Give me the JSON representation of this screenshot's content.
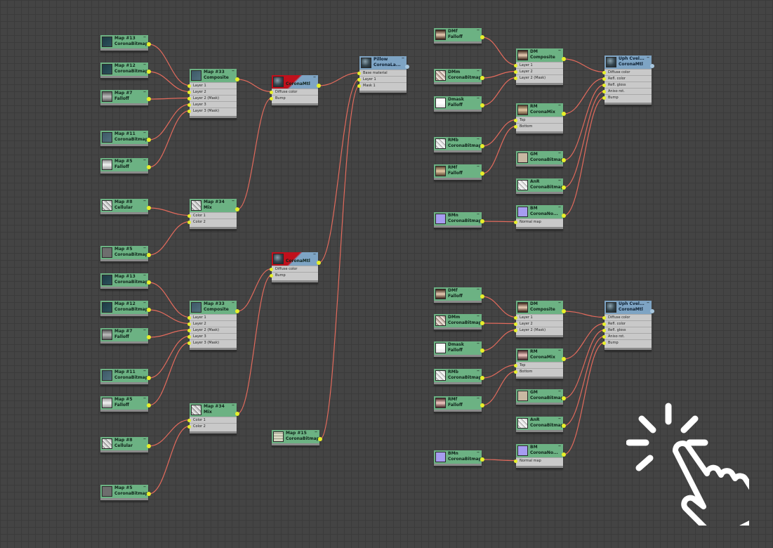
{
  "canvas": {
    "background": "#444444",
    "wire_color": "#e26a5c",
    "port_color": "#e6ef2a"
  },
  "nodes": [
    {
      "id": "n1",
      "name": "Map #13",
      "type": "CoronaBitmap",
      "style": "green",
      "thumb": "dark-teal"
    },
    {
      "id": "n2",
      "name": "Map #12",
      "type": "CoronaBitmap",
      "style": "green",
      "thumb": "dark-teal"
    },
    {
      "id": "n3",
      "name": "Map #7",
      "type": "Falloff",
      "style": "green",
      "thumb": "grey-gradient"
    },
    {
      "id": "n4",
      "name": "Map #11",
      "type": "CoronaBitmap",
      "style": "green",
      "thumb": "slate"
    },
    {
      "id": "n5",
      "name": "Map #5",
      "type": "Falloff",
      "style": "green",
      "thumb": "light-gradient"
    },
    {
      "id": "n6",
      "name": "Map #8",
      "type": "Cellular",
      "style": "green",
      "thumb": "noise"
    },
    {
      "id": "n7",
      "name": "Map #5",
      "type": "CoronaBitmap",
      "style": "green",
      "thumb": "grey"
    },
    {
      "id": "n8",
      "name": "Map #33",
      "type": "Composite",
      "style": "green",
      "thumb": "slate",
      "slots": [
        "Layer 1",
        "Layer 2",
        "Layer 2 (Mask)",
        "Layer 3",
        "Layer 3 (Mask)"
      ]
    },
    {
      "id": "n9",
      "name": "Map #34",
      "type": "Mix",
      "style": "green",
      "thumb": "noise",
      "slots": [
        "Color 1",
        "Color 2"
      ]
    },
    {
      "id": "n10",
      "name": "",
      "type": "CoronaMtl",
      "style": "red",
      "thumb": "sphere",
      "slots": [
        "Diffuse color",
        "Bump"
      ]
    },
    {
      "id": "n11",
      "name": "Pillow",
      "type": "CoronaLa...",
      "style": "blue",
      "thumb": "sphere",
      "slots": [
        "Base material",
        "Layer 1",
        "Mask 1"
      ]
    },
    {
      "id": "n12",
      "name": "Map #13",
      "type": "CoronaBitmap",
      "style": "green",
      "thumb": "dark-teal"
    },
    {
      "id": "n13",
      "name": "Map #12",
      "type": "CoronaBitmap",
      "style": "green",
      "thumb": "dark-teal"
    },
    {
      "id": "n14",
      "name": "Map #7",
      "type": "Falloff",
      "style": "green",
      "thumb": "grey-gradient"
    },
    {
      "id": "n15",
      "name": "Map #11",
      "type": "CoronaBitmap",
      "style": "green",
      "thumb": "slate"
    },
    {
      "id": "n16",
      "name": "Map #5",
      "type": "Falloff",
      "style": "green",
      "thumb": "light-gradient"
    },
    {
      "id": "n17",
      "name": "Map #8",
      "type": "Cellular",
      "style": "green",
      "thumb": "noise"
    },
    {
      "id": "n18",
      "name": "Map #5",
      "type": "CoronaBitmap",
      "style": "green",
      "thumb": "grey"
    },
    {
      "id": "n19",
      "name": "Map #33",
      "type": "Composite",
      "style": "green",
      "thumb": "slate",
      "slots": [
        "Layer 1",
        "Layer 2",
        "Layer 2 (Mask)",
        "Layer 3",
        "Layer 3 (Mask)"
      ]
    },
    {
      "id": "n20",
      "name": "Map #34",
      "type": "Mix",
      "style": "green",
      "thumb": "noise",
      "slots": [
        "Color 1",
        "Color 2"
      ]
    },
    {
      "id": "n21",
      "name": "",
      "type": "CoronaMtl",
      "style": "red",
      "thumb": "sphere",
      "slots": [
        "Diffuse color",
        "Bump"
      ]
    },
    {
      "id": "n22",
      "name": "Map #15",
      "type": "CoronaBitmap",
      "style": "green",
      "thumb": "tile"
    },
    {
      "id": "n23",
      "name": "DMf",
      "type": "Falloff",
      "style": "green",
      "thumb": "brown-gradient"
    },
    {
      "id": "n24",
      "name": "DMm",
      "type": "CoronaBitmap",
      "style": "green",
      "thumb": "noise-warm"
    },
    {
      "id": "n25",
      "name": "Dmask",
      "type": "Falloff",
      "style": "green",
      "thumb": "white-gradient"
    },
    {
      "id": "n26",
      "name": "RMb",
      "type": "CoronaBitmap",
      "style": "green",
      "thumb": "noise-light"
    },
    {
      "id": "n27",
      "name": "RMf",
      "type": "Falloff",
      "style": "green",
      "thumb": "tan-gradient"
    },
    {
      "id": "n28",
      "name": "BMn",
      "type": "CoronaBitmap",
      "style": "green",
      "thumb": "lavender"
    },
    {
      "id": "n29",
      "name": "DM",
      "type": "Composite",
      "style": "green",
      "thumb": "brown-gradient",
      "slots": [
        "Layer 1",
        "Layer 2",
        "Layer 2 (Mask)"
      ]
    },
    {
      "id": "n30",
      "name": "RM",
      "type": "CoronaMix",
      "style": "green",
      "thumb": "tan-gradient",
      "slots": [
        "Top",
        "Bottom"
      ]
    },
    {
      "id": "n31",
      "name": "GM",
      "type": "CoronaBitmap",
      "style": "green",
      "thumb": "beige"
    },
    {
      "id": "n32",
      "name": "AnR",
      "type": "CoronaBitmap",
      "style": "green",
      "thumb": "noise-light"
    },
    {
      "id": "n33",
      "name": "BM",
      "type": "CoronaNo...",
      "style": "green",
      "thumb": "lavender",
      "slots": [
        "Normal map"
      ]
    },
    {
      "id": "n34",
      "name": "Uph Cvel...",
      "type": "CoronaMtl",
      "style": "blue",
      "thumb": "sphere",
      "slots": [
        "Diffuse color",
        "Refl. color",
        "Refl. gloss",
        "Aniso rot.",
        "Bump"
      ]
    },
    {
      "id": "n35",
      "name": "DMf",
      "type": "Falloff",
      "style": "green",
      "thumb": "brown-gradient"
    },
    {
      "id": "n36",
      "name": "DMm",
      "type": "CoronaBitmap",
      "style": "green",
      "thumb": "noise-warm"
    },
    {
      "id": "n37",
      "name": "Dmask",
      "type": "Falloff",
      "style": "green",
      "thumb": "white-gradient"
    },
    {
      "id": "n38",
      "name": "RMb",
      "type": "CoronaBitmap",
      "style": "green",
      "thumb": "noise-light"
    },
    {
      "id": "n39",
      "name": "RMf",
      "type": "Falloff",
      "style": "green",
      "thumb": "rose-gradient"
    },
    {
      "id": "n40",
      "name": "BMn",
      "type": "CoronaBitmap",
      "style": "green",
      "thumb": "lavender"
    },
    {
      "id": "n41",
      "name": "DM",
      "type": "Composite",
      "style": "green",
      "thumb": "brown-gradient",
      "slots": [
        "Layer 1",
        "Layer 2",
        "Layer 2 (Mask)"
      ]
    },
    {
      "id": "n42",
      "name": "RM",
      "type": "CoronaMix",
      "style": "green",
      "thumb": "rose-gradient",
      "slots": [
        "Top",
        "Bottom"
      ]
    },
    {
      "id": "n43",
      "name": "GM",
      "type": "CoronaBitmap",
      "style": "green",
      "thumb": "beige"
    },
    {
      "id": "n44",
      "name": "AnR",
      "type": "CoronaBitmap",
      "style": "green",
      "thumb": "noise-light"
    },
    {
      "id": "n45",
      "name": "BM",
      "type": "CoronaNo...",
      "style": "green",
      "thumb": "lavender",
      "slots": [
        "Normal map"
      ]
    },
    {
      "id": "n46",
      "name": "Uph Cvel...",
      "type": "CoronaMtl",
      "style": "blue",
      "thumb": "sphere",
      "slots": [
        "Diffuse color",
        "Refl. color",
        "Refl. gloss",
        "Aniso rot.",
        "Bump"
      ]
    }
  ],
  "connections": [
    [
      "n1",
      "n8",
      0
    ],
    [
      "n2",
      "n8",
      1
    ],
    [
      "n3",
      "n8",
      2
    ],
    [
      "n4",
      "n8",
      3
    ],
    [
      "n5",
      "n8",
      4
    ],
    [
      "n6",
      "n9",
      0
    ],
    [
      "n7",
      "n9",
      1
    ],
    [
      "n8",
      "n10",
      0
    ],
    [
      "n9",
      "n10",
      1
    ],
    [
      "n10",
      "n11",
      0
    ],
    [
      "n21",
      "n11",
      1
    ],
    [
      "n22",
      "n11",
      2
    ],
    [
      "n12",
      "n19",
      0
    ],
    [
      "n13",
      "n19",
      1
    ],
    [
      "n14",
      "n19",
      2
    ],
    [
      "n15",
      "n19",
      3
    ],
    [
      "n16",
      "n19",
      4
    ],
    [
      "n17",
      "n20",
      0
    ],
    [
      "n18",
      "n20",
      1
    ],
    [
      "n19",
      "n21",
      0
    ],
    [
      "n20",
      "n21",
      1
    ],
    [
      "n23",
      "n29",
      0
    ],
    [
      "n24",
      "n29",
      1
    ],
    [
      "n25",
      "n29",
      2
    ],
    [
      "n26",
      "n30",
      0
    ],
    [
      "n27",
      "n30",
      1
    ],
    [
      "n28",
      "n33",
      0
    ],
    [
      "n29",
      "n34",
      0
    ],
    [
      "n30",
      "n34",
      1
    ],
    [
      "n31",
      "n34",
      2
    ],
    [
      "n32",
      "n34",
      3
    ],
    [
      "n33",
      "n34",
      4
    ],
    [
      "n35",
      "n41",
      0
    ],
    [
      "n36",
      "n41",
      1
    ],
    [
      "n37",
      "n41",
      2
    ],
    [
      "n38",
      "n42",
      0
    ],
    [
      "n39",
      "n42",
      1
    ],
    [
      "n40",
      "n45",
      0
    ],
    [
      "n41",
      "n46",
      0
    ],
    [
      "n42",
      "n46",
      1
    ],
    [
      "n43",
      "n46",
      2
    ],
    [
      "n44",
      "n46",
      3
    ],
    [
      "n45",
      "n46",
      4
    ]
  ],
  "overlay": {
    "icon": "tap-hand-icon"
  }
}
